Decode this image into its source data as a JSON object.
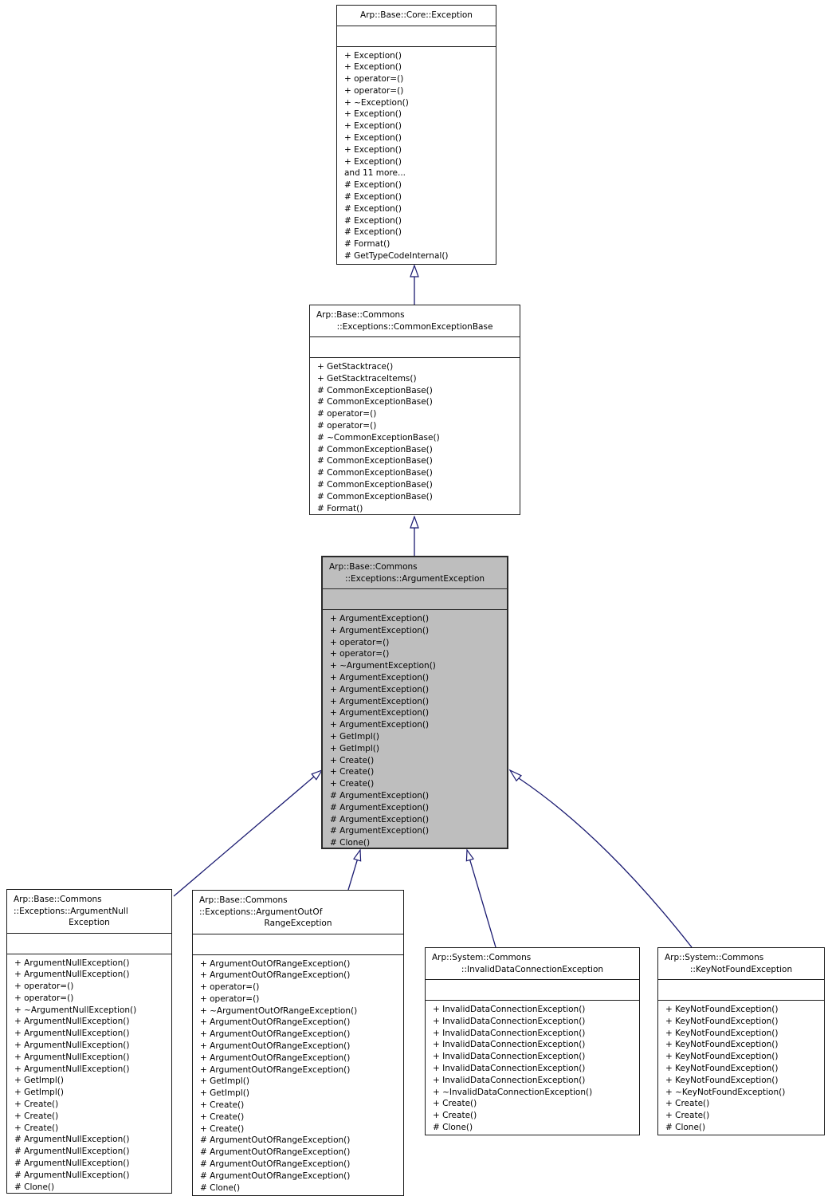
{
  "diagram": {
    "type": "uml-class-inheritance",
    "colors": {
      "edge": "#191970",
      "box_fill": "#ffffff",
      "highlight_fill": "#bebebe",
      "border": "#1c1c1c",
      "text": "#000000"
    },
    "classes": [
      {
        "id": "exception",
        "title_lines": [
          "Arp::Base::Core::Exception"
        ],
        "highlighted": false,
        "members": [
          "+ Exception()",
          "+ Exception()",
          "+ operator=()",
          "+ operator=()",
          "+ ~Exception()",
          "+ Exception()",
          "+ Exception()",
          "+ Exception()",
          "+ Exception()",
          "+ Exception()",
          "and 11 more...",
          "# Exception()",
          "# Exception()",
          "# Exception()",
          "# Exception()",
          "# Exception()",
          "# Format()",
          "# GetTypeCodeInternal()"
        ]
      },
      {
        "id": "common",
        "title_lines": [
          "Arp::Base::Commons",
          "::Exceptions::CommonExceptionBase"
        ],
        "highlighted": false,
        "members": [
          "+ GetStacktrace()",
          "+ GetStacktraceItems()",
          "# CommonExceptionBase()",
          "# CommonExceptionBase()",
          "# operator=()",
          "# operator=()",
          "# ~CommonExceptionBase()",
          "# CommonExceptionBase()",
          "# CommonExceptionBase()",
          "# CommonExceptionBase()",
          "# CommonExceptionBase()",
          "# CommonExceptionBase()",
          "# Format()"
        ]
      },
      {
        "id": "argument",
        "title_lines": [
          "Arp::Base::Commons",
          "::Exceptions::ArgumentException"
        ],
        "highlighted": true,
        "members": [
          "+ ArgumentException()",
          "+ ArgumentException()",
          "+ operator=()",
          "+ operator=()",
          "+ ~ArgumentException()",
          "+ ArgumentException()",
          "+ ArgumentException()",
          "+ ArgumentException()",
          "+ ArgumentException()",
          "+ ArgumentException()",
          "+ GetImpl()",
          "+ GetImpl()",
          "+ Create()",
          "+ Create()",
          "+ Create()",
          "# ArgumentException()",
          "# ArgumentException()",
          "# ArgumentException()",
          "# ArgumentException()",
          "# Clone()"
        ]
      },
      {
        "id": "argnull",
        "title_lines": [
          "Arp::Base::Commons",
          "::Exceptions::ArgumentNull",
          "Exception"
        ],
        "highlighted": false,
        "members": [
          "+ ArgumentNullException()",
          "+ ArgumentNullException()",
          "+ operator=()",
          "+ operator=()",
          "+ ~ArgumentNullException()",
          "+ ArgumentNullException()",
          "+ ArgumentNullException()",
          "+ ArgumentNullException()",
          "+ ArgumentNullException()",
          "+ ArgumentNullException()",
          "+ GetImpl()",
          "+ GetImpl()",
          "+ Create()",
          "+ Create()",
          "+ Create()",
          "# ArgumentNullException()",
          "# ArgumentNullException()",
          "# ArgumentNullException()",
          "# ArgumentNullException()",
          "# Clone()"
        ]
      },
      {
        "id": "argoutofrange",
        "title_lines": [
          "Arp::Base::Commons",
          "::Exceptions::ArgumentOutOf",
          "RangeException"
        ],
        "highlighted": false,
        "members": [
          "+ ArgumentOutOfRangeException()",
          "+ ArgumentOutOfRangeException()",
          "+ operator=()",
          "+ operator=()",
          "+ ~ArgumentOutOfRangeException()",
          "+ ArgumentOutOfRangeException()",
          "+ ArgumentOutOfRangeException()",
          "+ ArgumentOutOfRangeException()",
          "+ ArgumentOutOfRangeException()",
          "+ ArgumentOutOfRangeException()",
          "+ GetImpl()",
          "+ GetImpl()",
          "+ Create()",
          "+ Create()",
          "+ Create()",
          "# ArgumentOutOfRangeException()",
          "# ArgumentOutOfRangeException()",
          "# ArgumentOutOfRangeException()",
          "# ArgumentOutOfRangeException()",
          "# Clone()"
        ]
      },
      {
        "id": "invaliddata",
        "title_lines": [
          "Arp::System::Commons",
          "::InvalidDataConnectionException"
        ],
        "highlighted": false,
        "members": [
          "+ InvalidDataConnectionException()",
          "+ InvalidDataConnectionException()",
          "+ InvalidDataConnectionException()",
          "+ InvalidDataConnectionException()",
          "+ InvalidDataConnectionException()",
          "+ InvalidDataConnectionException()",
          "+ InvalidDataConnectionException()",
          "+ ~InvalidDataConnectionException()",
          "+ Create()",
          "+ Create()",
          "# Clone()"
        ]
      },
      {
        "id": "keynotfound",
        "title_lines": [
          "Arp::System::Commons",
          "::KeyNotFoundException"
        ],
        "highlighted": false,
        "members": [
          "+ KeyNotFoundException()",
          "+ KeyNotFoundException()",
          "+ KeyNotFoundException()",
          "+ KeyNotFoundException()",
          "+ KeyNotFoundException()",
          "+ KeyNotFoundException()",
          "+ KeyNotFoundException()",
          "+ ~KeyNotFoundException()",
          "+ Create()",
          "+ Create()",
          "# Clone()"
        ]
      }
    ],
    "edges": [
      {
        "from": "common",
        "to": "exception",
        "relation": "public-inheritance"
      },
      {
        "from": "argument",
        "to": "common",
        "relation": "public-inheritance"
      },
      {
        "from": "argnull",
        "to": "argument",
        "relation": "public-inheritance"
      },
      {
        "from": "argoutofrange",
        "to": "argument",
        "relation": "public-inheritance"
      },
      {
        "from": "invaliddata",
        "to": "argument",
        "relation": "public-inheritance"
      },
      {
        "from": "keynotfound",
        "to": "argument",
        "relation": "public-inheritance"
      }
    ]
  }
}
